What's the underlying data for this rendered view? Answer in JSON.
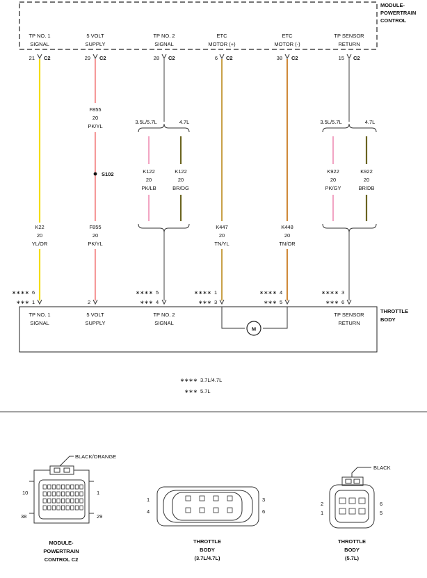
{
  "module": {
    "title_lines": [
      "MODULE-",
      "POWERTRAIN",
      "CONTROL"
    ],
    "pins": [
      {
        "l1": "TP NO. 1",
        "l2": "SIGNAL",
        "pin": "21",
        "conn": "C2"
      },
      {
        "l1": "5 VOLT",
        "l2": "SUPPLY",
        "pin": "29",
        "conn": "C2"
      },
      {
        "l1": "TP NO. 2",
        "l2": "SIGNAL",
        "pin": "28",
        "conn": "C2"
      },
      {
        "l1": "ETC",
        "l2": "MOTOR (+)",
        "pin": "6",
        "conn": "C2"
      },
      {
        "l1": "ETC",
        "l2": "MOTOR (-)",
        "pin": "38",
        "conn": "C2"
      },
      {
        "l1": "TP SENSOR",
        "l2": "RETURN",
        "pin": "15",
        "conn": "C2"
      }
    ]
  },
  "wires": {
    "f855_upper": {
      "circuit": "F855",
      "gauge": "20",
      "color": "PK/YL"
    },
    "splice": "S102",
    "branch_3_labels": [
      "3.5L/5.7L",
      "4.7L"
    ],
    "k122_a": {
      "circuit": "K122",
      "gauge": "20",
      "color": "PK/LB"
    },
    "k122_b": {
      "circuit": "K122",
      "gauge": "20",
      "color": "BR/DG"
    },
    "branch_6_labels": [
      "3.5L/5.7L",
      "4.7L"
    ],
    "k922_a": {
      "circuit": "K922",
      "gauge": "20",
      "color": "PK/GY"
    },
    "k922_b": {
      "circuit": "K922",
      "gauge": "20",
      "color": "BR/DB"
    },
    "k22": {
      "circuit": "K22",
      "gauge": "20",
      "color": "YL/OR"
    },
    "f855_lower": {
      "circuit": "F855",
      "gauge": "20",
      "color": "PK/YL"
    },
    "k447": {
      "circuit": "K447",
      "gauge": "20",
      "color": "TN/YL"
    },
    "k448": {
      "circuit": "K448",
      "gauge": "20",
      "color": "TN/OR"
    }
  },
  "throttle": {
    "title_lines": [
      "THROTTLE",
      "BODY"
    ],
    "motor": "M",
    "pins": [
      {
        "l1": "TP NO. 1",
        "l2": "SIGNAL",
        "pin_a": "6",
        "pin_b": "1"
      },
      {
        "l1": "5 VOLT",
        "l2": "SUPPLY",
        "pin_a": "",
        "pin_b": "2"
      },
      {
        "l1": "TP NO. 2",
        "l2": "SIGNAL",
        "pin_a": "5",
        "pin_b": "4"
      },
      {
        "l1": "",
        "l2": "",
        "pin_a": "1",
        "pin_b": "3"
      },
      {
        "l1": "",
        "l2": "",
        "pin_a": "4",
        "pin_b": "5"
      },
      {
        "l1": "TP SENSOR",
        "l2": "RETURN",
        "pin_a": "3",
        "pin_b": "6"
      }
    ]
  },
  "legend": [
    {
      "symbol": "∗∗∗∗",
      "text": "3.7L/4.7L"
    },
    {
      "symbol": "∗∗∗",
      "text": "5.7L"
    }
  ],
  "connector_views": {
    "pcm": {
      "callout": "BLACK/ORANGE",
      "pins": [
        "10",
        "1",
        "38",
        "29"
      ],
      "caption": [
        "MODULE-",
        "POWERTRAIN",
        "CONTROL C2"
      ]
    },
    "tb37": {
      "pins": [
        "1",
        "3",
        "4",
        "6"
      ],
      "caption": [
        "THROTTLE",
        "BODY",
        "(3.7L/4.7L)"
      ]
    },
    "tb57": {
      "callout": "BLACK",
      "pins": [
        "2",
        "6",
        "1",
        "5"
      ],
      "caption": [
        "THROTTLE",
        "BODY",
        "(5.7L)"
      ]
    }
  },
  "colors": {
    "yellow": "#f3dc17",
    "pink": "#f59a9a",
    "pink_light": "#f2a6c4",
    "olive": "#6b6420",
    "tan_yellow": "#c9a24a",
    "tan_orange": "#d08a3a",
    "gray": "#777777"
  }
}
